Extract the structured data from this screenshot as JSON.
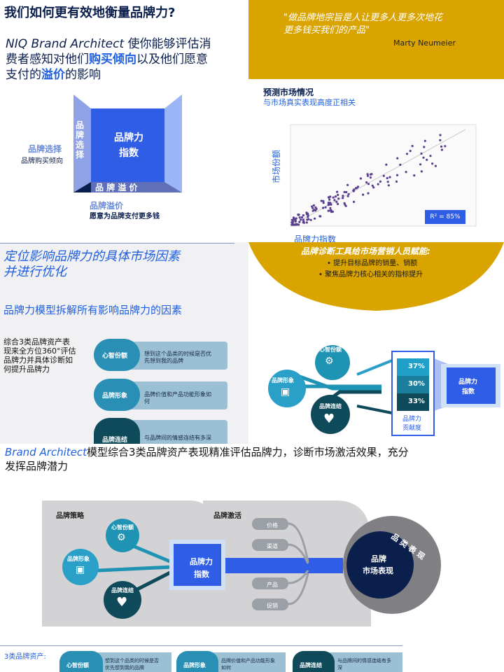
{
  "tl": {
    "title": "我们如何更有效地衡量品牌力?",
    "sub1a": "NIQ Brand Architect",
    "sub1b": " 使你能够评估消",
    "sub2a": "费者感知对他们",
    "sub2b": "购买倾向",
    "sub2c": "以及他们愿意",
    "sub3a": "支付的",
    "sub3b": "溢价",
    "sub3c": "的影响",
    "cube_center_1": "品牌力",
    "cube_center_2": "指数",
    "cube_left_label": "品 牌 选 择",
    "cube_bottom_label": "品 牌 溢 价",
    "choice_title": "品牌选择",
    "choice_sub": "品牌购买倾向",
    "premium_title": "品牌溢价",
    "premium_sub": "愿意为品牌支付更多钱"
  },
  "tr": {
    "quote1": "\"做品牌地宗旨是人让更多人更多次地花",
    "quote2": "更多钱买我们的产品\"",
    "author": "Marty Neumeier",
    "pred_title": "预测市场情况",
    "pred_sub": "与市场真实表现高度正相关",
    "y_label": "市场份额",
    "x_label": "品牌力指数",
    "r2": "R² = 85%",
    "bowl_title": "品牌诊断工具给市场营销人员赋能:",
    "bowl_b1": "提升目标品牌的销量、销额",
    "bowl_b2": "聚焦品牌力核心相关的指标提升"
  },
  "ml": {
    "title1": "定位影响品牌力的具体市场因素",
    "title2": "并进行优化",
    "subtitle": "品牌力模型拆解所有影响品牌力的因素",
    "desc": [
      "综合3类品牌资产表",
      "现来全方位360°评估",
      "品牌力并具体诊断如",
      "何提升品牌力"
    ],
    "rows": [
      {
        "pill": "心智份额",
        "text1": "想到这个品类的时候是否优",
        "text2": "先想到我的品牌"
      },
      {
        "pill": "品牌形象",
        "text1": "品牌价值和产品功能形象如",
        "text2": "何"
      },
      {
        "pill": "品牌连结",
        "text1": "与品牌间的情感连结有多深",
        "text2": ""
      }
    ]
  },
  "mr": {
    "mind": "心智份额",
    "image": "品牌形象",
    "link": "品牌连结",
    "pct": [
      "37%",
      "30%",
      "33%"
    ],
    "contrib": "品牌力",
    "contrib2": "贡献度",
    "box1": "品牌力",
    "box2": "指数"
  },
  "bottom": {
    "headline_a": "Brand Architect",
    "headline_b": "模型综合3类品牌资产表现精准评估品牌力，诊断市场激活效果，充分",
    "headline_c": "发挥品牌潜力",
    "strategy": "品牌策略",
    "activation": "品牌激活",
    "mind": "心智份额",
    "image": "品牌形象",
    "link": "品牌连结",
    "idx1": "品牌力",
    "idx2": "指数",
    "levers": [
      "价格",
      "渠道",
      "产品",
      "促销"
    ],
    "ring": "品 类 表 现",
    "perf1": "品牌",
    "perf2": "市场表现",
    "assets_label": "3类品牌资产:",
    "assets": [
      {
        "name": "心智份额",
        "desc1": "想到这个品类的时候是否",
        "desc2": "优先想到我的品牌"
      },
      {
        "name": "品牌形象",
        "desc1": "品牌价值和产品功能形象",
        "desc2": "如何"
      },
      {
        "name": "品牌连结",
        "desc1": "与品牌间的情感连结有多",
        "desc2": "深"
      }
    ]
  },
  "colors": {
    "gold": "#d9a300",
    "blue": "#2f5de6",
    "navy": "#0b1f4d",
    "teal": "#1f93b3",
    "darkteal": "#0e4a5a"
  }
}
